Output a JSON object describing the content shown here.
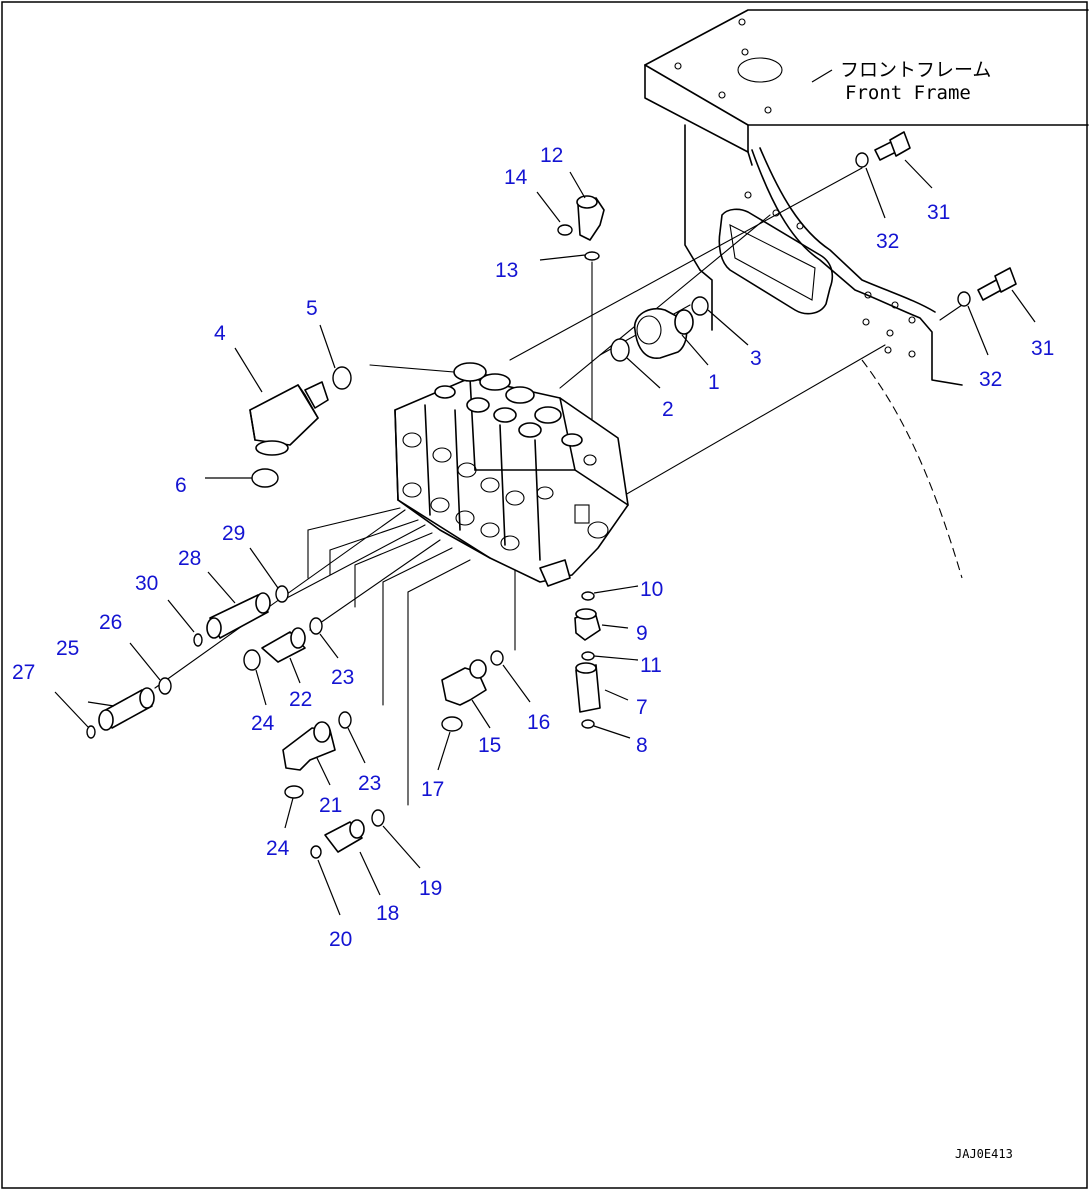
{
  "frame_label_jp": "フロントフレーム",
  "frame_label_en": "Front Frame",
  "drawing_code": "JAJ0E413",
  "label_color": "#1414d2",
  "part_labels": [
    "1",
    "2",
    "3",
    "4",
    "5",
    "6",
    "7",
    "8",
    "9",
    "10",
    "11",
    "12",
    "13",
    "14",
    "15",
    "16",
    "17",
    "18",
    "19",
    "20",
    "21",
    "22",
    "23",
    "23",
    "24",
    "24",
    "25",
    "26",
    "27",
    "28",
    "29",
    "30",
    "31",
    "31",
    "32",
    "32"
  ]
}
